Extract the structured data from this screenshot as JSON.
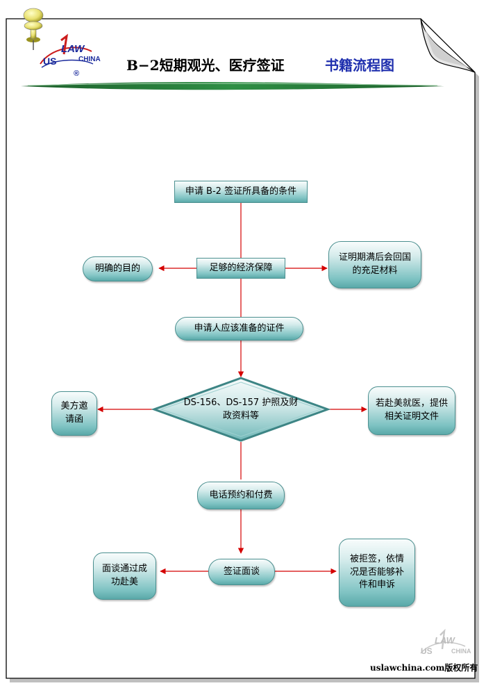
{
  "header": {
    "title_main": "B−2短期观光、医疗签证",
    "title_sub": "书籍流程图",
    "logo_us": "US",
    "logo_law": "LAW",
    "logo_china": "CHINA",
    "logo_reg": "®"
  },
  "nodes": {
    "conditions": "申请 B-2 签证所具备的条件",
    "economic": "足够的经济保障",
    "purpose": "明确的目的",
    "return": "证明期满后会回国的充足材料",
    "documents": "申请人应该准备的证件",
    "ds_forms": "DS-156、DS-157 护照及财政资料等",
    "invitation": "美方邀请函",
    "medical": "若赴美就医，提供相关证明文件",
    "appointment": "电话预约和付费",
    "interview": "签证面谈",
    "success": "面谈通过成功赴美",
    "refused": "被拒签，依情况是否能够补件和申诉"
  },
  "footer": {
    "watermark_us": "US",
    "watermark_law": "LAW",
    "watermark_china": "CHINA",
    "copyright": "uslawchina.com版权所有"
  },
  "colors": {
    "arrow": "#d40000",
    "node_border": "#4a8f8f",
    "title_blue": "#1f2fae"
  }
}
